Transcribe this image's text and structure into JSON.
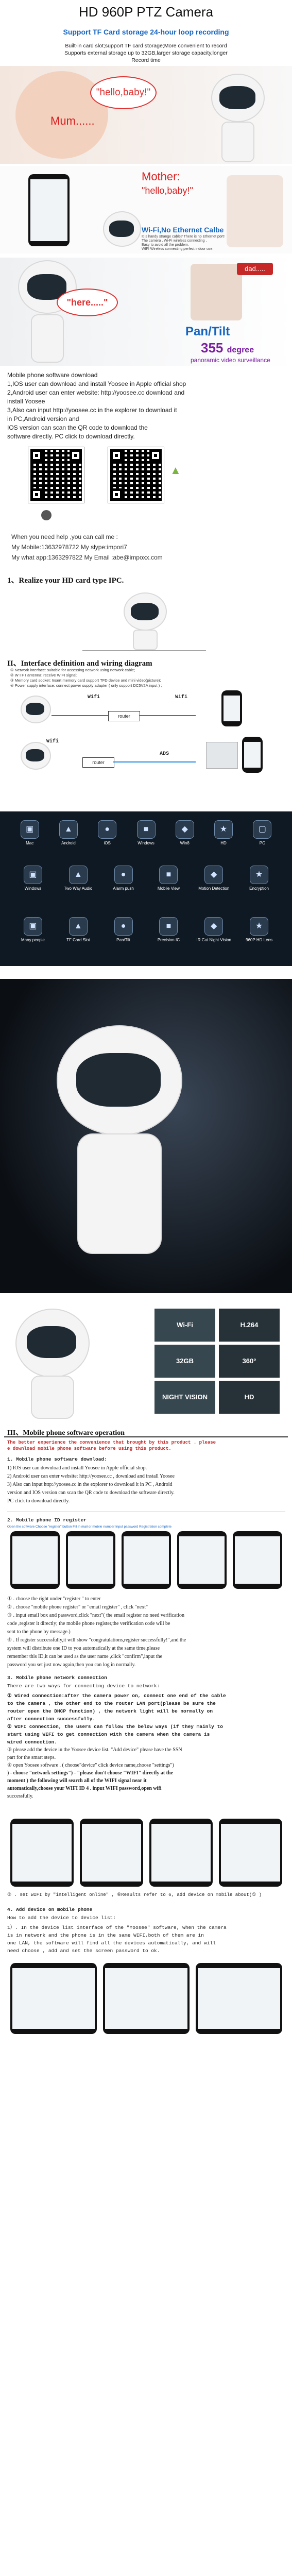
{
  "header": {
    "title": "HD 960P PTZ Camera",
    "banner": "Support TF Card storage 24-hour loop recording",
    "lines": [
      "Built-in card slot;support TF card storage;More convenient to record",
      "Supports external storage up to 32GB,larger storage capacity,longer",
      "Record time"
    ]
  },
  "hero": {
    "bubble1": "\"hello,baby!\"",
    "bubble2": "Mum......"
  },
  "mother": {
    "label": "Mother:",
    "bubble": "\"hello,baby!\""
  },
  "wifi_section": {
    "title": "Wi-Fi,No Ethernet Calbe",
    "desc": [
      "It is handy strange cable? There is no Ethernet port!",
      "The camera , Wi-Fi wireless connecting ,",
      "Easy to avoid all the problem.",
      "WIFI Wireless connecting,perfect indoor use."
    ]
  },
  "pan": {
    "bubble_here": "\"here.....\"",
    "bubble_dad": "dad.....",
    "title": "Pan/Tilt",
    "degrees": "355",
    "degrees_unit": "degree",
    "caption": "panoramic video surveillance"
  },
  "download": {
    "lines": [
      "Mobile phone software download",
      "1,IOS user can download and install Yoosee in Apple official shop",
      "2,Android user can enter website: http://yoosee.cc  download and",
      "install Yoosee",
      "3,Also can input http://yoosee.cc   in the explorer to download it",
      "in PC,Android version and",
      "IOS  version can scan the QR code to download the",
      "software directly. PC click to download directly."
    ]
  },
  "contact": {
    "lines": [
      "When you need help ,you can call me :",
      "My Mobile:13632978722  My slype:impori7",
      "My what app:1363297822  My Email :abe@impoxx.com"
    ]
  },
  "section1": {
    "title": "1、Realize your HD card type IPC."
  },
  "section2": {
    "title": "II、Interface definition and wiring diagram",
    "items": [
      "①  Network interface:  suitable for accessing network using network cable;",
      "②  W I F I antenna:  receive WIFI signal;",
      "③  Memory card socket:  Insert memory card support TFD device and mini video(picture);",
      "④  Power supply interface:  connect power supply adapter  ( only support DC5V2A input )  ;"
    ],
    "diagram1": {
      "wifi": "Wifi",
      "router": "router"
    },
    "diagram2": {
      "wifi": "Wifi",
      "router": "router",
      "ads": "ADS"
    }
  },
  "features": {
    "row1": [
      "Mac",
      "Android",
      "iOS",
      "Windows",
      "Win8",
      "HD",
      "PC"
    ],
    "row2": [
      "Windows",
      "Two Way Audio",
      "Alarm push",
      "Mobile View",
      "Motion Detection",
      "Encryption"
    ],
    "row3": [
      "Many people",
      "TF Card Slot",
      "Pan/Tilt",
      "Precision IC",
      "IR Cut Night Vision",
      "960P HD Lens"
    ]
  },
  "specs": {
    "cells": [
      "Wi-Fi",
      "H.264",
      "32GB",
      "360°",
      "NIGHT VISION",
      "HD"
    ]
  },
  "section3": {
    "title": "III、Mobile phone software operation",
    "intro": [
      "The better experience the convenience that brought by this product . please",
      "e download mobile phone software before using this product."
    ],
    "sub1": "1. Mobile phone software download:",
    "sub1_items": [
      "1) IOS user can download and install Yoosee in Apple official shop.",
      "2) Android user can enter website: http://yoosee.cc , download and install Yoosee",
      "3) Also can input http://yoosee.cc in the explorer to download it in PC , Android",
      "   version and IOS version can scan the QR code to download the software directly.",
      "   PC click       to download directly."
    ],
    "sub2": "2. Mobile phone ID register",
    "sub2_caption": "Open the software  Choose \"register\" button  Fill in mail or mobile number  Input password  Registration complete",
    "steps": [
      "① . choose the right under \"register \" to enter",
      "② . choose \"mobile phone register\" or \"email register\" , click \"next\"",
      "③ . input email box and password,click \"next\"( the email register no need verification",
      "   code ,register it directly; the mobile phone register,the verification code will be",
      "   sent to the phone by message.)",
      "④ . If register successfully,it will show \"congratulations,register successfully!\",and the",
      "   system will distribute one ID to you automatically at the same time,please",
      "   remember this ID,it can be used as the user name ,click \"confirm\",input the",
      "   password you set just now again,then you can log in normally."
    ],
    "sub3": "3. Mobile phone network connection",
    "sub3_intro": "There are two ways for connecting device to network:",
    "sub3_items": [
      "① Wired connection:after the camera power on, connect one end of the cable",
      "to the camera , the other end to the router LAN port(please be sure the",
      "router open the DHCP function) , the network light will be normally on",
      "after connection successfully.",
      "② WIFI connection, the users can follow the below ways (if they mainly to",
      "start using WIFI to get connection with the camera when the camera is",
      "wired connection.",
      "③ please add the device in the Yoosee device list. \"Add device\" please have the SSN",
      "part for the smart steps.",
      "④ open Yoosee software . ( choose\"device\" click device name,choose \"settings\")",
      "  ) - choose \"network settings\") - \"please don't choose \"WIFI\" directly at the",
      "  moment  ) the following will search all of the WIFI signal near it",
      "",
      "  automatically,choose your WIFI ID  4 . input WIFI password,open wifi",
      "  successfully."
    ],
    "sub4_line": "⑤ . set WIFI by \"intelligent online\" , ⑥Results refer to 6, add device on mobile about(① )",
    "sub4": "4. Add device on mobile phone",
    "sub4_intro": "How to add the device to device list:",
    "sub4_items": [
      "1）. In the device list interface of the \"Yoosee\" software, when the camera",
      "    is in network and the phone is in the same WIFI,both of them are in",
      "    one LAN, the software will find all the devices automatically, and will",
      "    need choose , add and set the screen password to ok."
    ]
  }
}
